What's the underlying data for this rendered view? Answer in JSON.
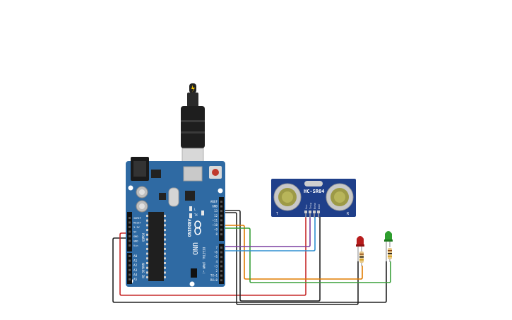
{
  "canvas": {
    "background": "#ffffff"
  },
  "arduino": {
    "board_color": "#2f6aa3",
    "brand": "ARDUINO",
    "model": "UNO",
    "power_header_label": "POWER",
    "analog_header_label": "ANALOG IN",
    "digital_header_label": "DIGITAL (PWM ~)",
    "power_pins": [
      "IOREF",
      "RESET",
      "3.3V",
      "5V",
      "GND",
      "GND",
      "Vin"
    ],
    "analog_pins": [
      "A0",
      "A1",
      "A2",
      "A3",
      "A4",
      "A5"
    ],
    "top_pins": [
      "AREF",
      "GND",
      "13",
      "12",
      "~11",
      "~10",
      "~9",
      "8"
    ],
    "bottom_pins": [
      "7",
      "~6",
      "~5",
      "4",
      "~3",
      "2",
      "TX→1",
      "RX←0"
    ],
    "led_labels": [
      "L",
      "TX",
      "RX",
      "ON"
    ]
  },
  "usb_cable": {
    "color": "#222222",
    "connector_color": "#d8d8d8"
  },
  "sensor": {
    "name": "HC-SR04",
    "board_color": "#1f3f8a",
    "pin_labels": [
      "Vcc",
      "Trig",
      "Echo",
      "Gnd"
    ],
    "transducer_labels": [
      "T",
      "R"
    ]
  },
  "leds": [
    {
      "name": "red-led",
      "color": "#b71c1c"
    },
    {
      "name": "green-led",
      "color": "#2e9e2e"
    }
  ],
  "resistors": {
    "body_color": "#e8c98a",
    "band_colors": [
      "#8b4513",
      "#111111",
      "#d4a017"
    ]
  },
  "wires": {
    "black": "#222222",
    "red": "#c62828",
    "orange": "#e07b00",
    "green": "#3aa03a",
    "purple": "#7b3fa0",
    "blue": "#2f8fd0"
  }
}
